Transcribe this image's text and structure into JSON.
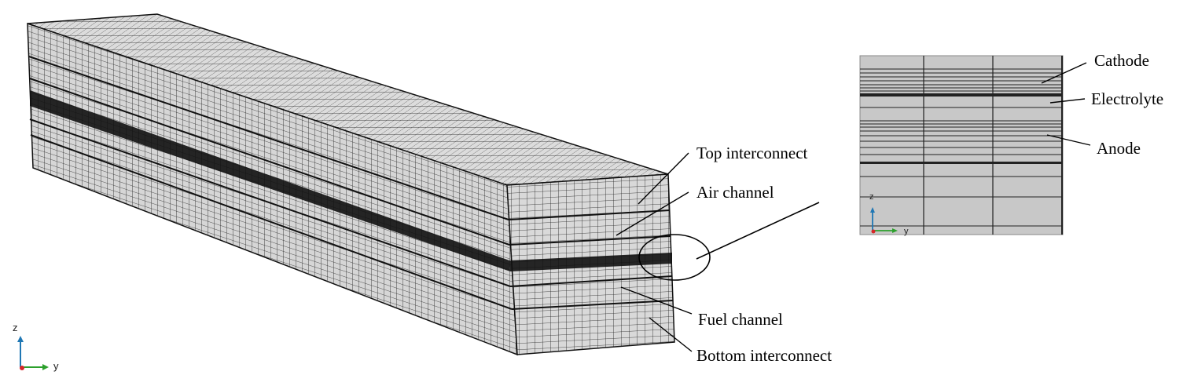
{
  "labels": {
    "top_interconnect": "Top interconnect",
    "air_channel": "Air channel",
    "fuel_channel": "Fuel channel",
    "bottom_interconnect": "Bottom interconnect",
    "cathode": "Cathode",
    "electrolyte": "Electrolyte",
    "anode": "Anode"
  },
  "axes": {
    "z": "z",
    "y": "y"
  },
  "colors": {
    "mesh_fill": "#d9d9d9",
    "mesh_line": "#1a1a1a",
    "inset_fill": "#c6c6c6",
    "z_axis": "#1f77b4",
    "y_axis": "#2ca02c",
    "x_dot": "#d62728"
  }
}
